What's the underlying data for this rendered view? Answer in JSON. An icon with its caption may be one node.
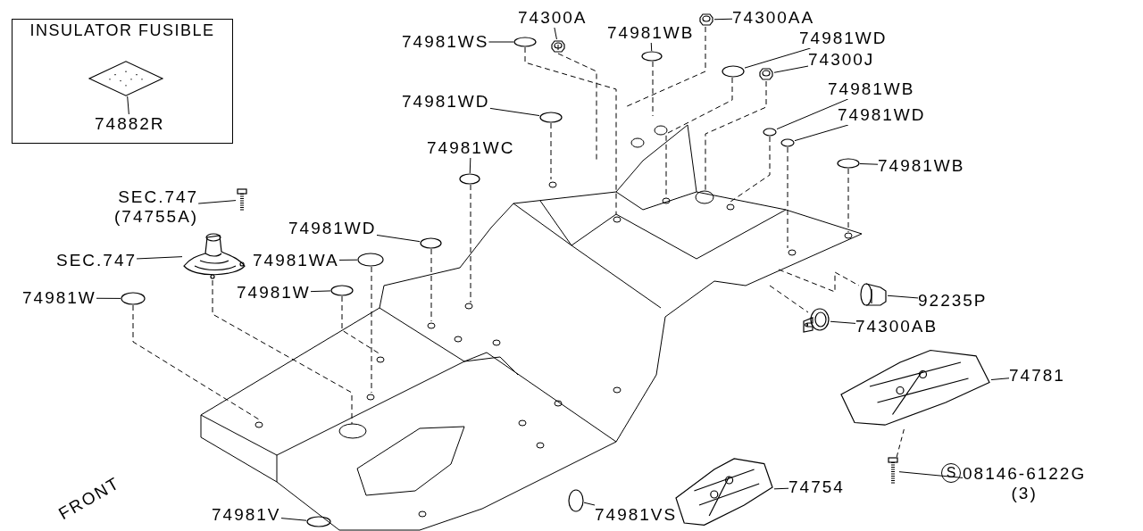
{
  "diagram": {
    "nodes": [
      {
        "text": [
          "INSULATOR FUSIBLE"
        ]
      },
      {
        "text": [],
        "shape": "picture",
        "in": 0
      },
      {
        "text": [
          "74882R"
        ],
        "in": 0
      },
      {
        "text": [
          "74300A"
        ]
      },
      {
        "text": [],
        "shape": "picture"
      },
      {
        "text": [
          "74300AA"
        ]
      },
      {
        "text": [],
        "shape": "picture"
      },
      {
        "text": [
          "74981WS"
        ]
      },
      {
        "text": [],
        "shape": "circle"
      },
      {
        "text": [
          "74981WB"
        ]
      },
      {
        "text": [],
        "shape": "circle"
      },
      {
        "text": [
          "74981WD"
        ]
      },
      {
        "text": [],
        "shape": "circle"
      },
      {
        "text": [
          "74300J"
        ]
      },
      {
        "text": [],
        "shape": "picture"
      },
      {
        "text": [
          "74981WB"
        ]
      },
      {
        "text": [],
        "shape": "circle"
      },
      {
        "text": [
          "74981WD"
        ]
      },
      {
        "text": [],
        "shape": "circle"
      },
      {
        "text": [
          "74981WD"
        ]
      },
      {
        "text": [],
        "shape": "circle"
      },
      {
        "text": [
          "74981WC"
        ]
      },
      {
        "text": [],
        "shape": "circle"
      },
      {
        "text": [
          "74981WB"
        ]
      },
      {
        "text": [],
        "shape": "circle"
      },
      {
        "text": [
          "SEC.747",
          "(74755A)"
        ]
      },
      {
        "text": [],
        "shape": "picture"
      },
      {
        "text": [
          "74981WD"
        ]
      },
      {
        "text": [],
        "shape": "circle"
      },
      {
        "text": [
          "SEC.747"
        ]
      },
      {
        "text": [],
        "shape": "picture"
      },
      {
        "text": [
          "74981WA"
        ]
      },
      {
        "text": [],
        "shape": "circle"
      },
      {
        "text": [
          "74981W"
        ]
      },
      {
        "text": [],
        "shape": "circle"
      },
      {
        "text": [
          "92235P"
        ]
      },
      {
        "text": [],
        "shape": "picture"
      },
      {
        "text": [
          "74981W"
        ]
      },
      {
        "text": [],
        "shape": "circle"
      },
      {
        "text": [
          "74300AB"
        ]
      },
      {
        "text": [],
        "shape": "picture"
      },
      {
        "text": [
          "74781"
        ]
      },
      {
        "text": [],
        "shape": "picture"
      },
      {
        "text": [
          "08146-6122G",
          "(3)"
        ]
      },
      {
        "text": [],
        "shape": "picture"
      },
      {
        "text": [
          "74754"
        ]
      },
      {
        "text": [],
        "shape": "picture"
      },
      {
        "text": [
          "74981V"
        ]
      },
      {
        "text": [],
        "shape": "circle"
      },
      {
        "text": [
          "74981VS"
        ]
      },
      {
        "text": [],
        "shape": "circle"
      }
    ],
    "edges": [
      {
        "from": 2,
        "to": 1,
        "arrow": "none"
      },
      {
        "from": 3,
        "to": 4,
        "arrow": "none"
      },
      {
        "from": 5,
        "to": 6,
        "arrow": "none"
      },
      {
        "from": 7,
        "to": 8,
        "arrow": "none"
      },
      {
        "from": 9,
        "to": 10,
        "arrow": "none"
      },
      {
        "from": 11,
        "to": 12,
        "arrow": "none"
      },
      {
        "from": 13,
        "to": 14,
        "arrow": "none"
      },
      {
        "from": 15,
        "to": 16,
        "arrow": "none"
      },
      {
        "from": 17,
        "to": 18,
        "arrow": "none"
      },
      {
        "from": 19,
        "to": 20,
        "arrow": "none"
      },
      {
        "from": 21,
        "to": 22,
        "arrow": "none"
      },
      {
        "from": 23,
        "to": 24,
        "arrow": "none"
      },
      {
        "from": 25,
        "to": 26,
        "arrow": "none"
      },
      {
        "from": 27,
        "to": 28,
        "arrow": "none"
      },
      {
        "from": 29,
        "to": 30,
        "arrow": "none"
      },
      {
        "from": 31,
        "to": 32,
        "arrow": "none"
      },
      {
        "from": 33,
        "to": 34,
        "arrow": "none"
      },
      {
        "from": 35,
        "to": 36,
        "arrow": "none"
      },
      {
        "from": 37,
        "to": 38,
        "arrow": "none"
      },
      {
        "from": 39,
        "to": 40,
        "arrow": "none"
      },
      {
        "from": 41,
        "to": 42,
        "arrow": "none"
      },
      {
        "from": 43,
        "to": 44,
        "arrow": "none"
      },
      {
        "from": 45,
        "to": 46,
        "arrow": "none"
      },
      {
        "from": 47,
        "to": 48,
        "arrow": "none"
      },
      {
        "from": 49,
        "to": 50,
        "arrow": "none"
      },
      {
        "from": 44,
        "to": 42,
        "arrow": "none",
        "style": "dashed"
      }
    ],
    "labels": [
      "S",
      "FRONT"
    ]
  }
}
